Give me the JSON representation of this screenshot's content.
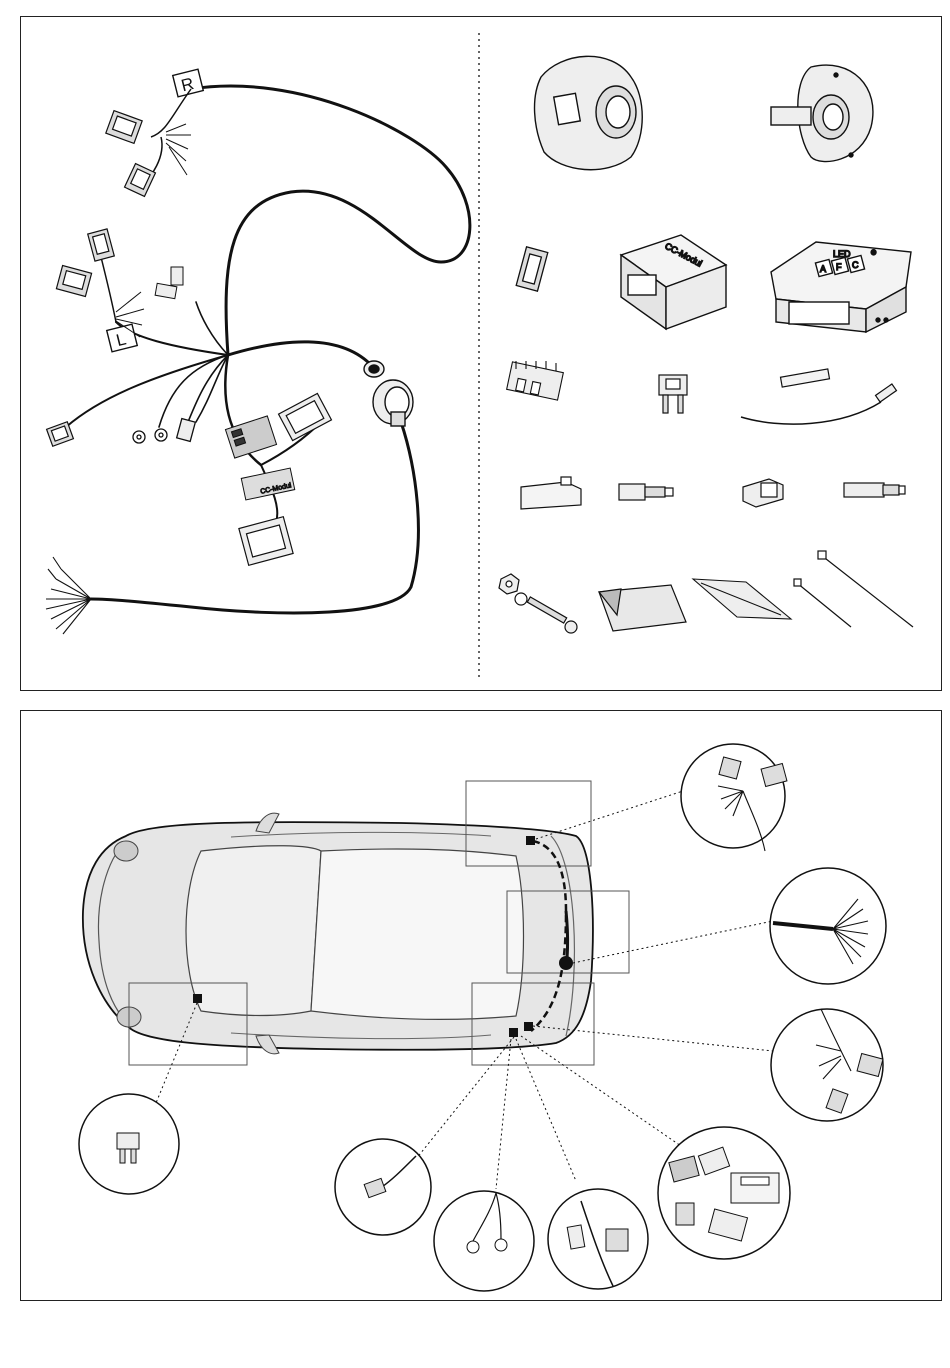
{
  "harness": {
    "label_right": "R",
    "label_left": "L",
    "module_tag_text": "CC-Modul"
  },
  "parts": {
    "cc_module_label": "CC-Modul",
    "led_module_brand": "LED",
    "led_module_letters": [
      "A",
      "F",
      "C"
    ],
    "led_module_mark": "®"
  },
  "colors": {
    "line": "#111111",
    "part_fill": "#eeeeee",
    "part_shadow": "#bbbbbb",
    "car_body": "#d9d9d9",
    "car_roof": "#f4f4f4",
    "cable": "#111111"
  }
}
